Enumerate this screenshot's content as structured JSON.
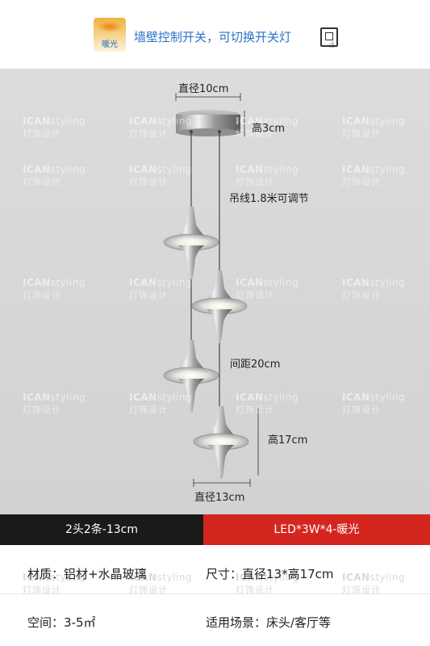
{
  "banner": {
    "badge_label": "暖光",
    "text": "墙壁控制开关，可切换开关灯",
    "switch_icon": "wall-switch-icon",
    "text_color": "#2a73c8"
  },
  "watermark": {
    "brand_bold": "ICAN",
    "brand_light": "styling",
    "sub": "灯饰设计"
  },
  "dimensions": {
    "canopy_diameter": "直径10cm",
    "canopy_height": "高3cm",
    "cable_length": "吊线1.8米可调节",
    "spacing": "间距20cm",
    "shade_height": "高17cm",
    "shade_diameter": "直径13cm"
  },
  "spec_bar": {
    "left": "2头2条-13cm",
    "right": "LED*3W*4-暖光",
    "left_color": "#1a1a1a",
    "right_color": "#d4261f"
  },
  "info": {
    "material": "材质：铝材+水晶玻璃",
    "size": "尺寸：直径13*高17cm",
    "space": "空间：3-5㎡",
    "scene": "适用场景：床头/客厅等"
  }
}
